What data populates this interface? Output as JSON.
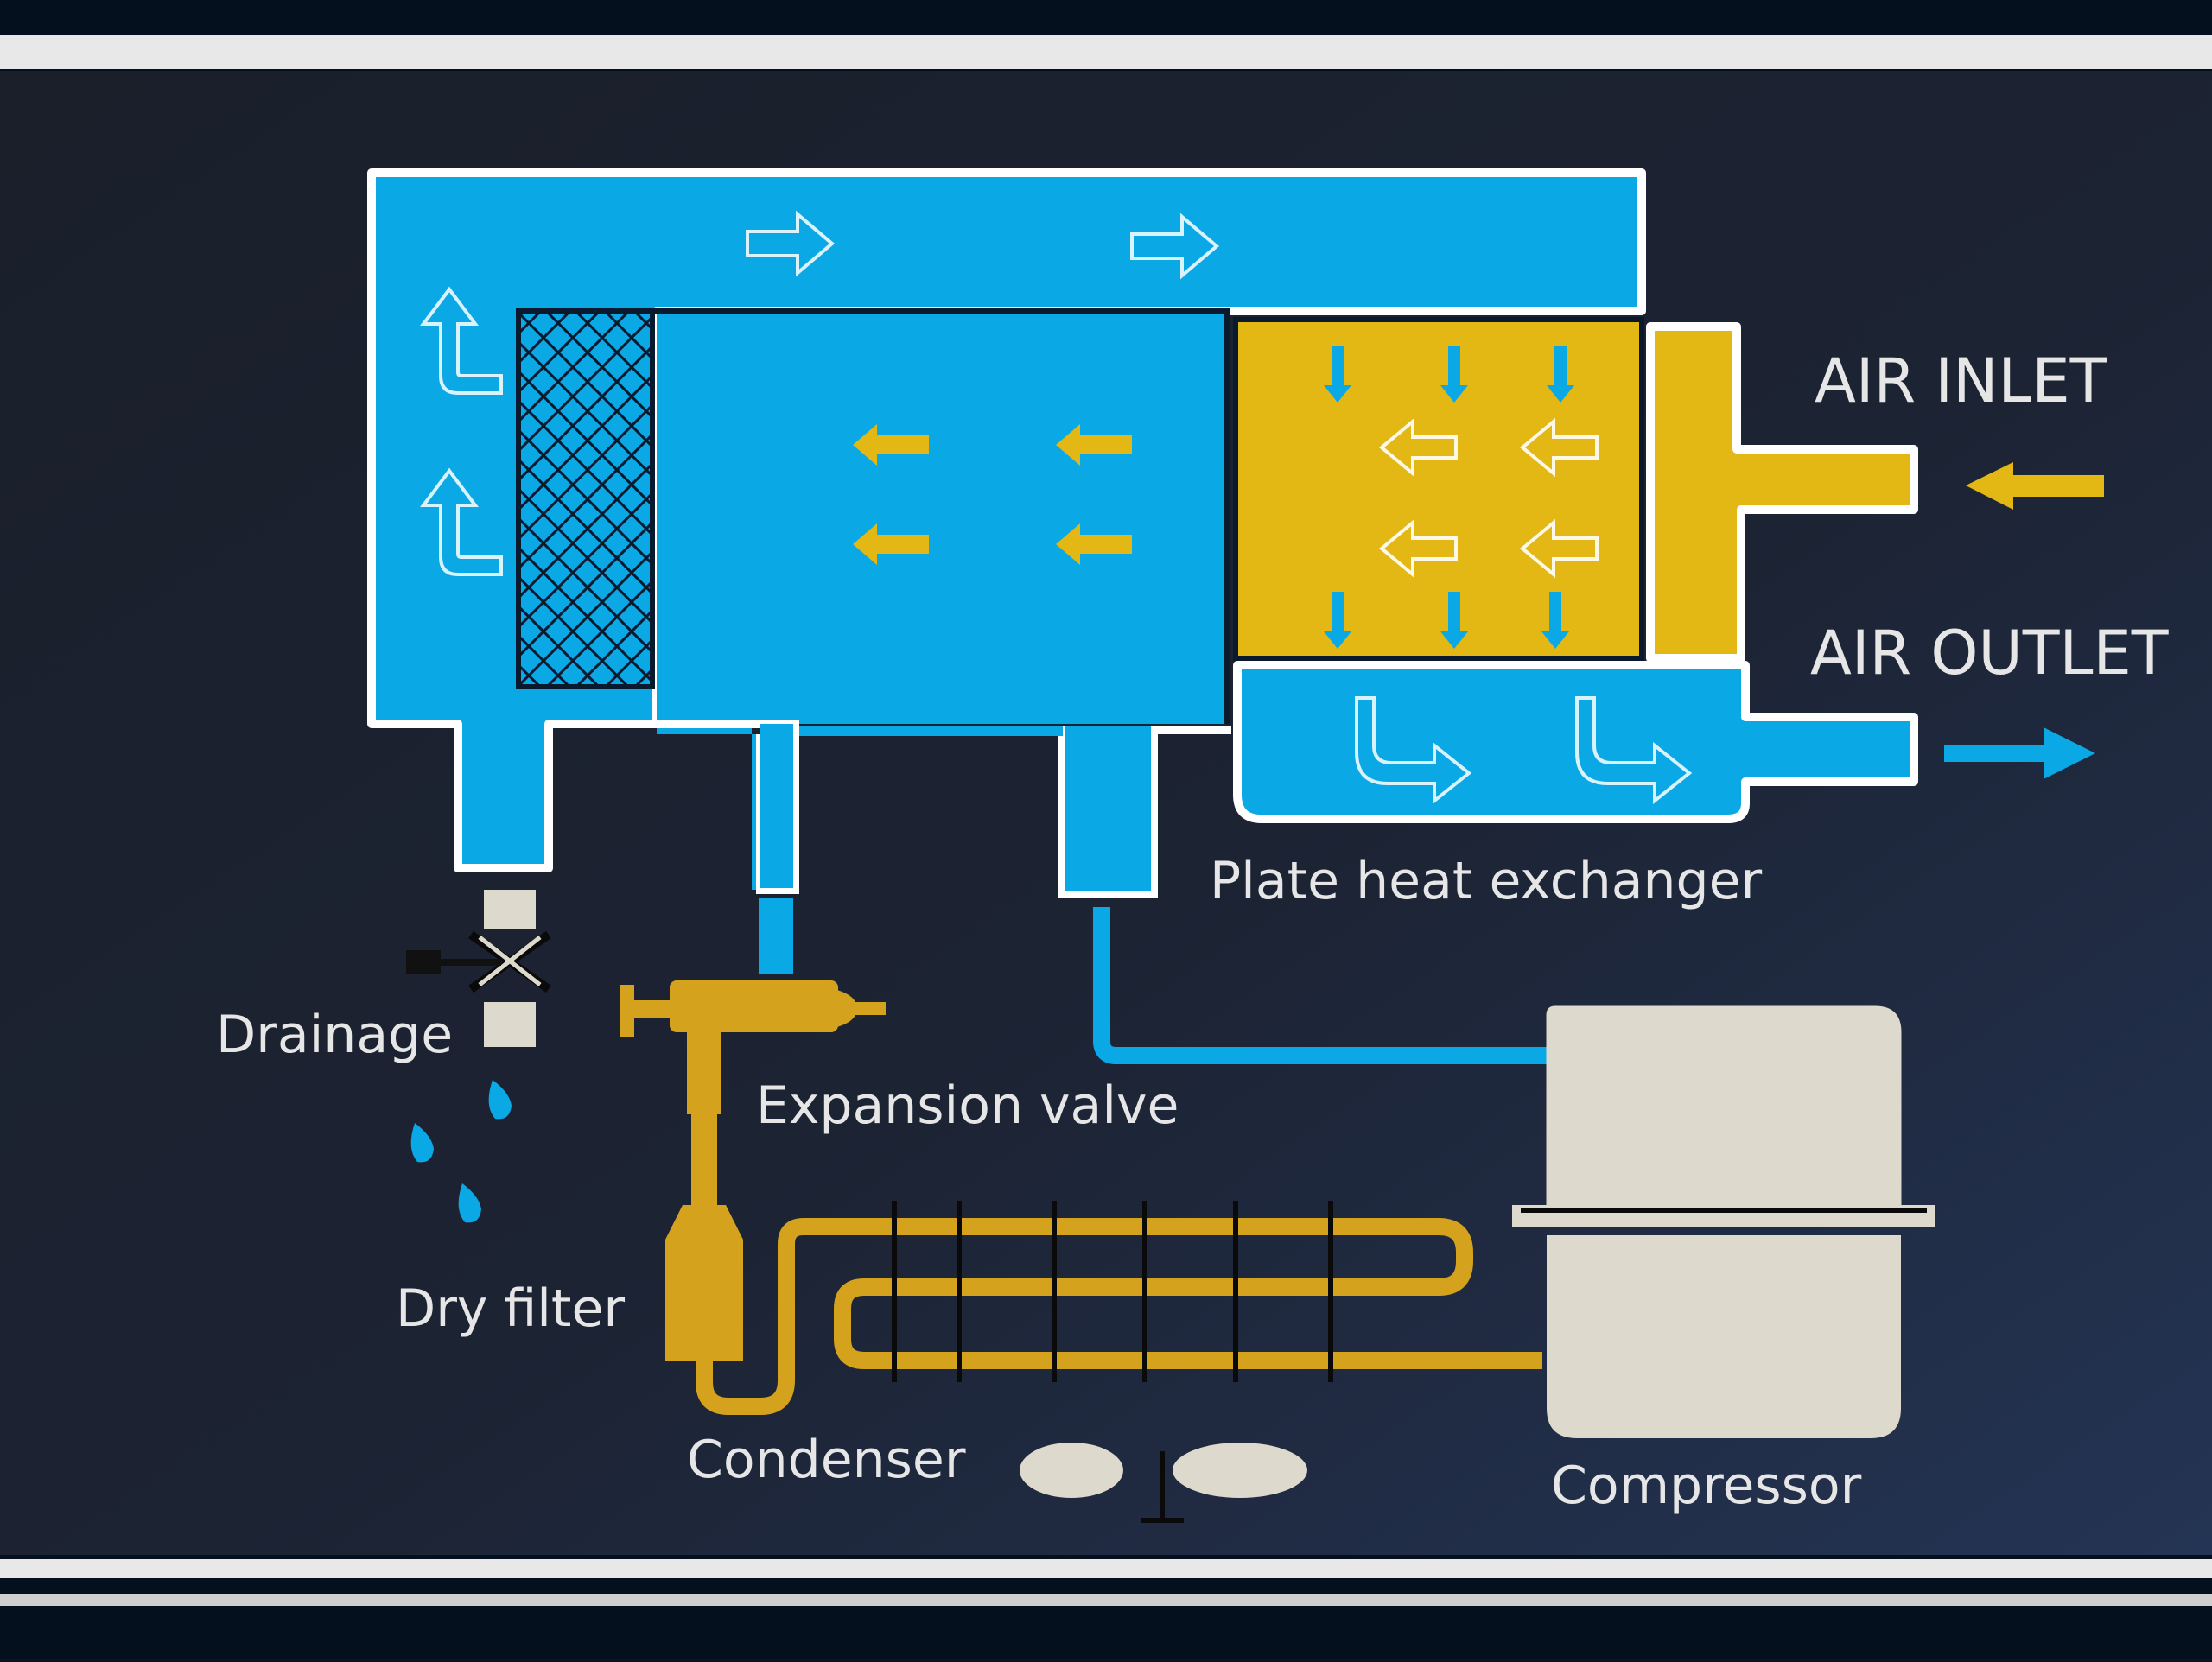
{
  "labels": {
    "air_inlet": "AIR INLET",
    "air_outlet": "AIR OUTLET",
    "plate_heat_exchanger": "Plate heat exchanger",
    "drainage": "Drainage",
    "expansion_valve": "Expansion valve",
    "dry_filter": "Dry filter",
    "condenser": "Condenser",
    "compressor": "Compressor"
  },
  "colors": {
    "panel": "#1d2433",
    "cold_air": "#0ba8e6",
    "hot_air": "#e3b714",
    "refrigerant": "#d4a21c",
    "compressor": "#ddd9cc",
    "outline": "#ffffff",
    "outlet_arrow": "#0ba8e6",
    "inlet_arrow": "#e3b714"
  }
}
